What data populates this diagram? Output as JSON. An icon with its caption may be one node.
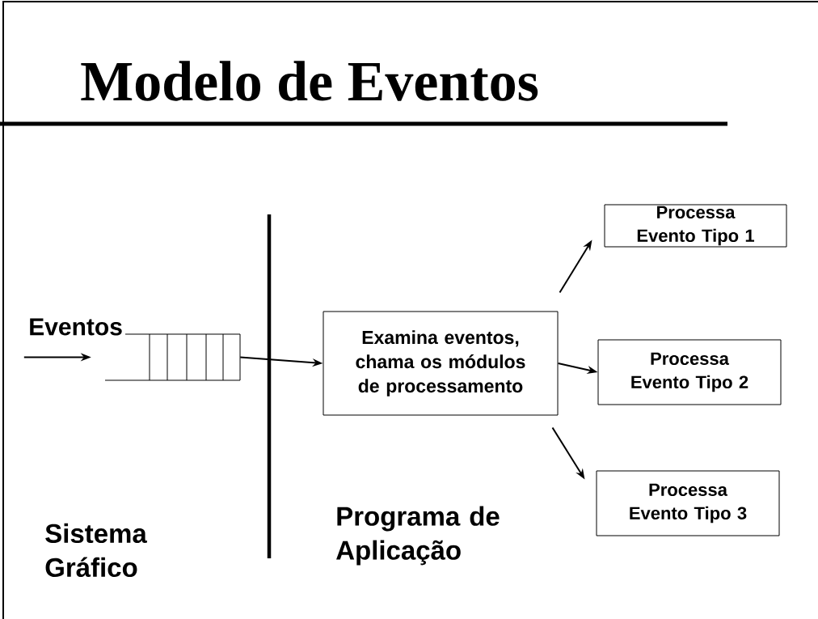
{
  "diagram": {
    "title": "Modelo de Eventos",
    "nodes": [
      {
        "text": [],
        "shape": "queue"
      },
      {
        "text": [
          "Examina eventos, chama os módulos de  processamento"
        ]
      },
      {
        "text": [
          "Processa Evento Tipo 1"
        ]
      },
      {
        "text": [
          "Processa Evento Tipo 2"
        ]
      },
      {
        "text": [
          "Processa Evento Tipo 3"
        ]
      }
    ],
    "edges": [
      {
        "from": null,
        "to": 0,
        "arrow": "to"
      },
      {
        "from": 0,
        "to": 1,
        "arrow": "to"
      },
      {
        "from": 1,
        "to": 2,
        "arrow": "to"
      },
      {
        "from": 1,
        "to": 3,
        "arrow": "to"
      },
      {
        "from": 1,
        "to": 4,
        "arrow": "to"
      }
    ],
    "labels": [
      "Eventos",
      "Sistema Gráfico",
      "Programa de Aplicação"
    ]
  }
}
